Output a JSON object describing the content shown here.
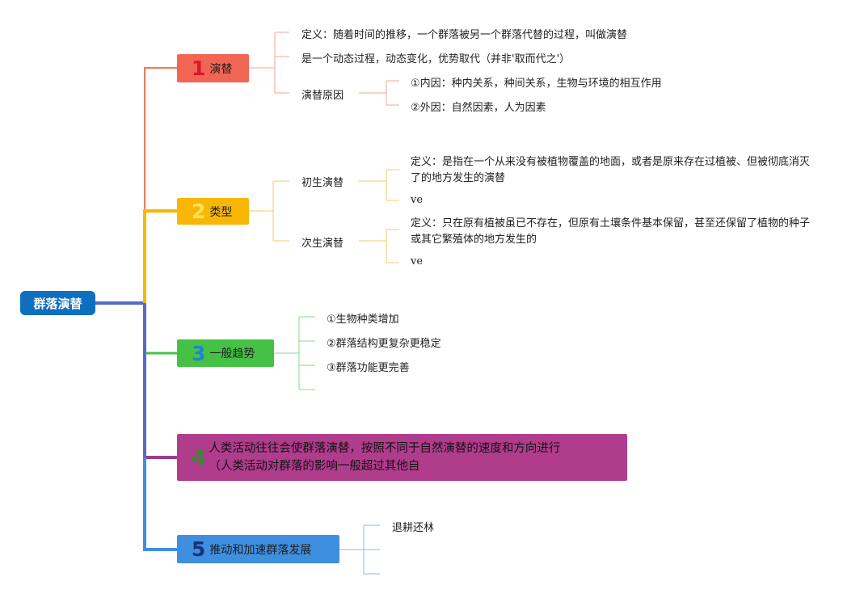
{
  "root": {
    "label": "群落演替"
  },
  "branches": {
    "b1": {
      "number": "1",
      "label": "演替",
      "definition": "定义：随着时间的推移，一个群落被另一个群落代替的过程，叫做演替",
      "process": "是一个动态过程，动态变化，优势取代（并非'取而代之'）",
      "cause": {
        "label": "演替原因",
        "internal": "①内因：种内关系，种间关系，生物与环境的相互作用",
        "external": "②外因：自然因素，人为因素"
      }
    },
    "b2": {
      "number": "2",
      "label": "类型",
      "primary": {
        "label": "初生演替",
        "definition": "定义：是指在一个从来没有被植物覆盖的地面，或者是原来存在过植被、但被彻底消灭了的地方发生的演替",
        "extra": "ve"
      },
      "secondary": {
        "label": "次生演替",
        "definition": "定义：只在原有植被虽已不存在，但原有土壤条件基本保留，甚至还保留了植物的种子或其它繁殖体的地方发生的",
        "extra": "ve"
      }
    },
    "b3": {
      "number": "3",
      "label": "一般趋势",
      "items": [
        "①生物种类增加",
        "②群落结构更复杂更稳定",
        "③群落功能更完善"
      ]
    },
    "b4": {
      "number": "4",
      "line1": "人类活动往往会使群落演替，按照不同于自然演替的速度和方向进行",
      "line2": "（人类活动对群落的影响一般超过其他自"
    },
    "b5": {
      "number": "5",
      "label": "推动和加速群落发展",
      "items": [
        "退耕还林"
      ]
    }
  },
  "colors": {
    "root": "#0f6fbf",
    "b1": "#f26552",
    "b2": "#f9b705",
    "b3": "#45c146",
    "b4": "#b03c8c",
    "b5": "#3f8fe0",
    "root_link": "#5a67c8"
  }
}
